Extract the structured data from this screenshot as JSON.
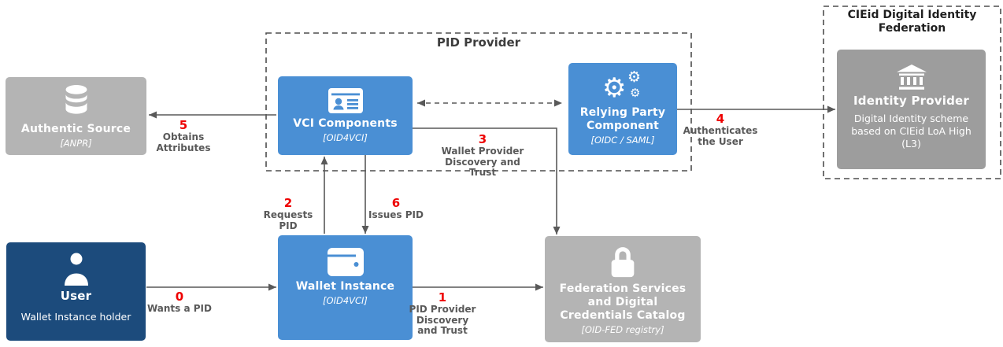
{
  "containers": {
    "pid_provider": {
      "title": "PID Provider"
    },
    "cieid_federation": {
      "title_line1": "CIEid Digital Identity",
      "title_line2": "Federation"
    }
  },
  "nodes": {
    "authentic_source": {
      "title": "Authentic Source",
      "subtitle": "[ANPR]",
      "icon": "database-icon"
    },
    "vci_components": {
      "title": "VCI Components",
      "subtitle": "[OID4VCI]",
      "icon": "id-card-icon"
    },
    "relying_party": {
      "title_line1": "Relying Party",
      "title_line2": "Component",
      "subtitle": "[OIDC / SAML]",
      "icon": "gears-icon"
    },
    "identity_provider": {
      "title": "Identity Provider",
      "body_line1": "Digital Identity scheme",
      "body_line2": "based on CIEid LoA High",
      "body_line3": "(L3)",
      "icon": "bank-icon"
    },
    "user": {
      "title": "User",
      "subtitle": "Wallet Instance holder",
      "icon": "person-icon"
    },
    "wallet_instance": {
      "title": "Wallet Instance",
      "subtitle": "[OID4VCI]",
      "icon": "wallet-icon"
    },
    "federation_services": {
      "title_line1": "Federation Services",
      "title_line2": "and Digital",
      "title_line3": "Credentials Catalog",
      "subtitle": "[OID-FED registry]",
      "icon": "lock-icon"
    }
  },
  "edges": {
    "e0": {
      "number": "0",
      "label": "Wants a PID"
    },
    "e1": {
      "number": "1",
      "label_line1": "PID Provider",
      "label_line2": "Discovery",
      "label_line3": "and Trust"
    },
    "e2": {
      "number": "2",
      "label": "Requests PID"
    },
    "e3": {
      "number": "3",
      "label_line1": "Wallet Provider",
      "label_line2": "Discovery and Trust"
    },
    "e4": {
      "number": "4",
      "label_line1": "Authenticates",
      "label_line2": "the User"
    },
    "e5": {
      "number": "5",
      "label_line1": "Obtains",
      "label_line2": "Attributes"
    },
    "e6": {
      "number": "6",
      "label": "Issues PID"
    }
  },
  "colors": {
    "box_blue": "#4a8fd4",
    "box_navy": "#1c4b7c",
    "box_gray": "#b4b4b4",
    "box_gray_dark": "#9d9d9d",
    "edge_number_red": "#ee0000",
    "edge_label_gray": "#595959",
    "line_gray": "#595959",
    "dashed_border_gray": "#4d4d4d"
  }
}
